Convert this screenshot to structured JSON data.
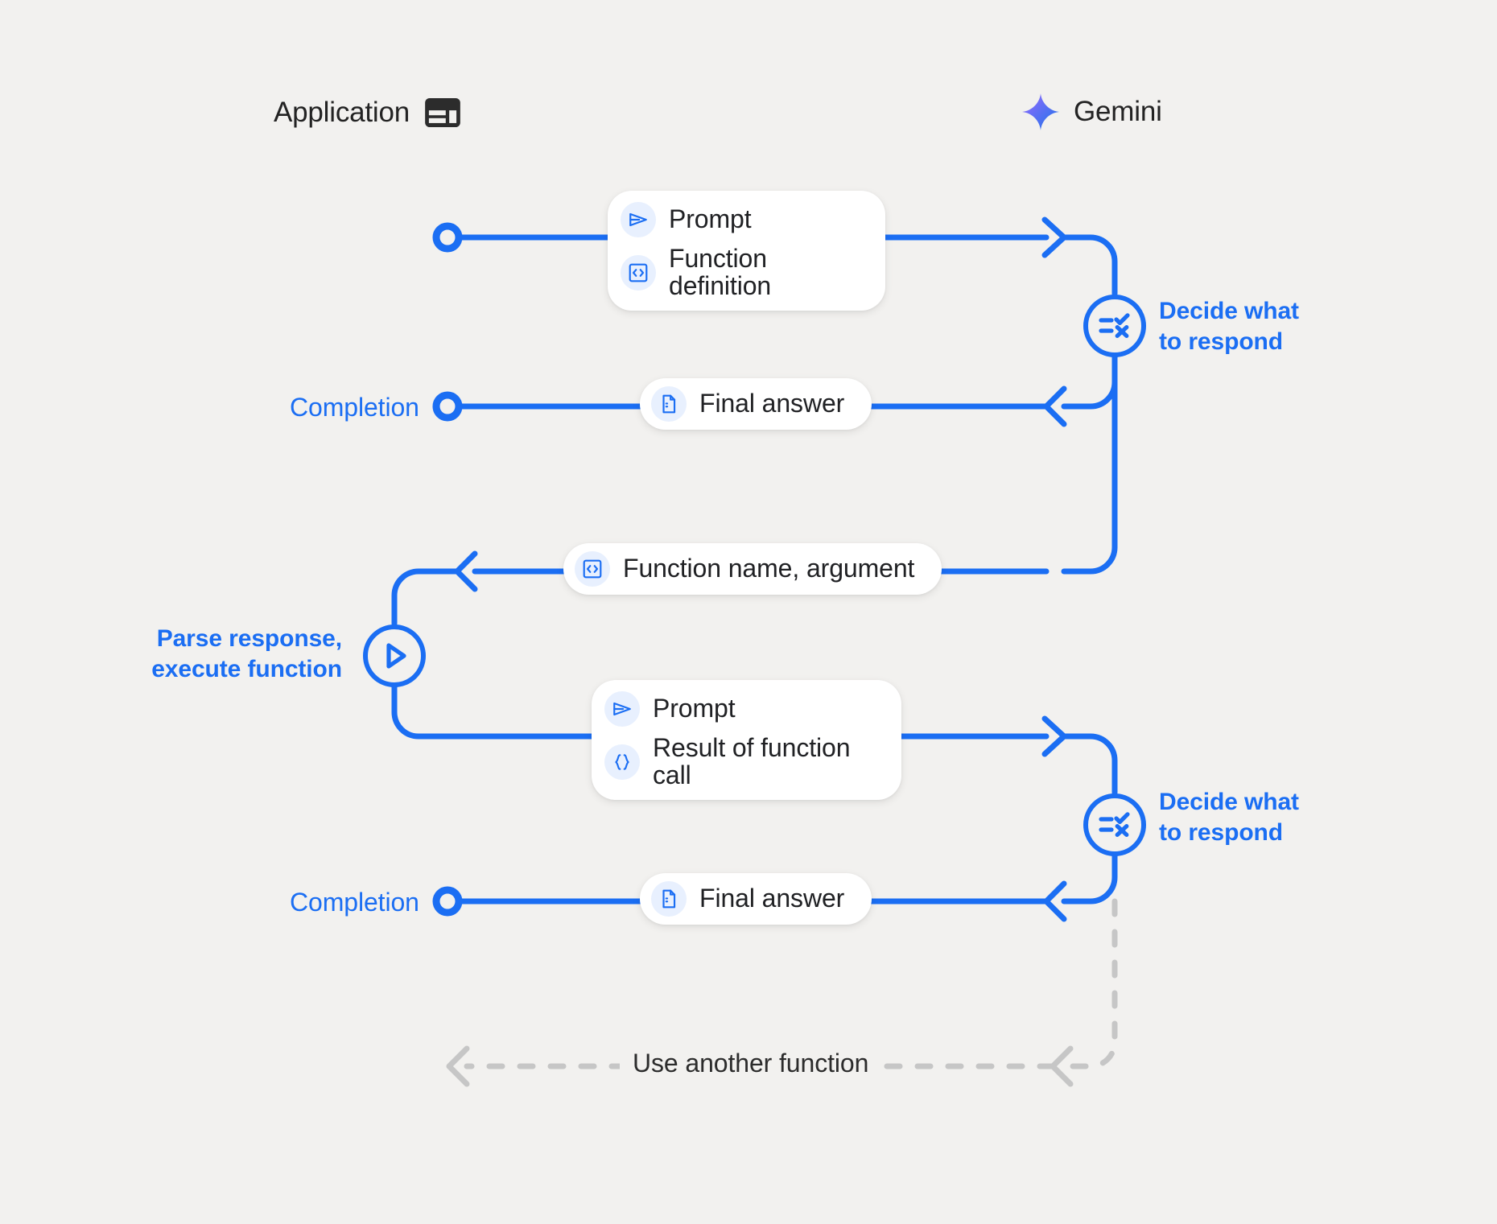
{
  "theme": {
    "background": "#f2f1ef",
    "accent_blue": "#1b6ef3",
    "icon_badge_bg": "#e8f0fe",
    "lifeline_gray": "#c6c6c6",
    "text_dark": "#202124",
    "card_white": "#ffffff",
    "gemini_gradient_from": "#9b6bff",
    "gemini_gradient_to": "#1a73e8"
  },
  "actors": {
    "left": {
      "label": "Application",
      "icon": "dashboard-layout-icon"
    },
    "right": {
      "label": "Gemini",
      "icon": "gemini-sparkle-icon"
    }
  },
  "messages": [
    {
      "id": "request-1",
      "direction": "left-to-right",
      "rows": [
        {
          "icon": "send-paper-plane-icon",
          "label": "Prompt"
        },
        {
          "icon": "code-brackets-icon",
          "label": "Function definition"
        }
      ]
    },
    {
      "id": "completion-1",
      "direction": "right-to-left",
      "side_label": "Completion",
      "rows": [
        {
          "icon": "document-icon",
          "label": "Final answer"
        }
      ]
    },
    {
      "id": "function-call",
      "direction": "right-to-left",
      "rows": [
        {
          "icon": "code-brackets-icon",
          "label": "Function name,  argument"
        }
      ]
    },
    {
      "id": "request-2",
      "direction": "left-to-right",
      "rows": [
        {
          "icon": "send-paper-plane-icon",
          "label": "Prompt"
        },
        {
          "icon": "curly-braces-icon",
          "label": "Result of function call"
        }
      ]
    },
    {
      "id": "completion-2",
      "direction": "right-to-left",
      "side_label": "Completion",
      "rows": [
        {
          "icon": "document-icon",
          "label": "Final answer"
        }
      ]
    }
  ],
  "process_nodes": [
    {
      "id": "decide-1",
      "icon": "checklist-decide-icon",
      "label": "Decide what\nto respond",
      "side": "right"
    },
    {
      "id": "parse-execute",
      "icon": "play-triangle-icon",
      "label": "Parse response,\nexecute function",
      "side": "left"
    },
    {
      "id": "decide-2",
      "icon": "checklist-decide-icon",
      "label": "Decide what\nto respond",
      "side": "right"
    }
  ],
  "loop": {
    "label": "Use another function",
    "style": "dashed",
    "direction": "right-to-left"
  }
}
